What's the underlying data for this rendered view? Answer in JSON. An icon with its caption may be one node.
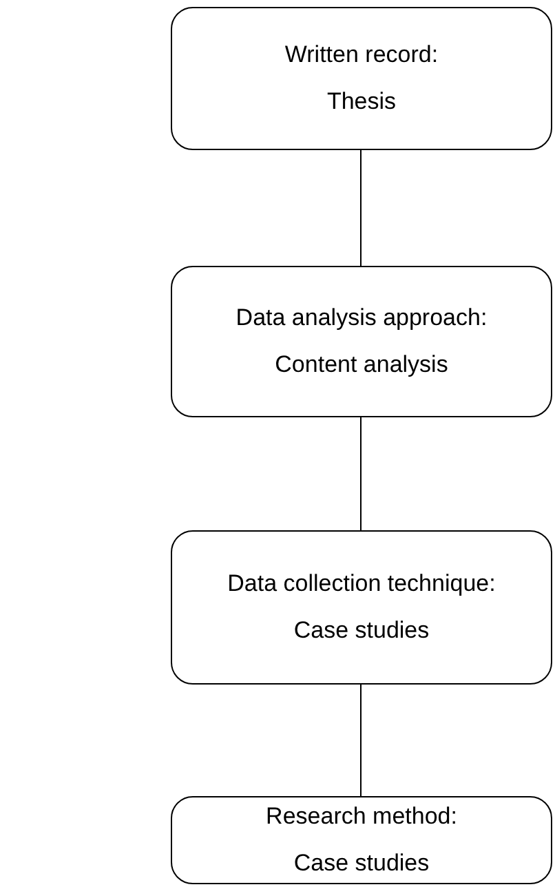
{
  "diagram": {
    "nodes": [
      {
        "text": [
          "Written record:",
          "Thesis"
        ]
      },
      {
        "text": [
          "Data analysis approach:",
          "Content analysis"
        ]
      },
      {
        "text": [
          "Data collection technique:",
          "Case studies"
        ]
      },
      {
        "text": [
          "Research method:",
          "Case studies"
        ]
      }
    ],
    "edges": [
      {
        "from": 0,
        "to": 1,
        "arrow": "none"
      },
      {
        "from": 1,
        "to": 2,
        "arrow": "none"
      },
      {
        "from": 2,
        "to": 3,
        "arrow": "none"
      }
    ]
  }
}
